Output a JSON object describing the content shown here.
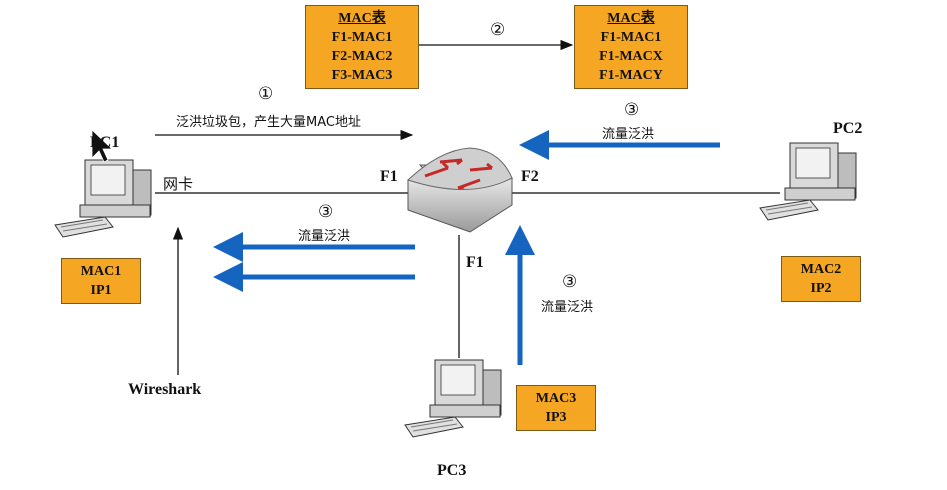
{
  "tables": {
    "left": {
      "header": "MAC表",
      "rows": [
        "F1-MAC1",
        "F2-MAC2",
        "F3-MAC3"
      ]
    },
    "right": {
      "header": "MAC表",
      "rows": [
        "F1-MAC1",
        "F1-MACX",
        "F1-MACY"
      ]
    }
  },
  "steps": {
    "s1_num": "①",
    "s1_text": "泛洪垃圾包，产生大量MAC地址",
    "s2_num": "②",
    "s3_num": "③",
    "s3_text": "流量泛洪"
  },
  "devices": {
    "pc1": {
      "name": "PC1",
      "nic": "网卡",
      "mac": "MAC1",
      "ip": "IP1"
    },
    "pc2": {
      "name": "PC2",
      "mac": "MAC2",
      "ip": "IP2"
    },
    "pc3": {
      "name": "PC3",
      "mac": "MAC3",
      "ip": "IP3"
    },
    "sniffer": "Wireshark"
  },
  "ports": {
    "left": "F1",
    "right": "F2",
    "bottom": "F1"
  },
  "colors": {
    "box": "#f5a623",
    "arrow_blue": "#1565c0",
    "line": "#333333"
  }
}
